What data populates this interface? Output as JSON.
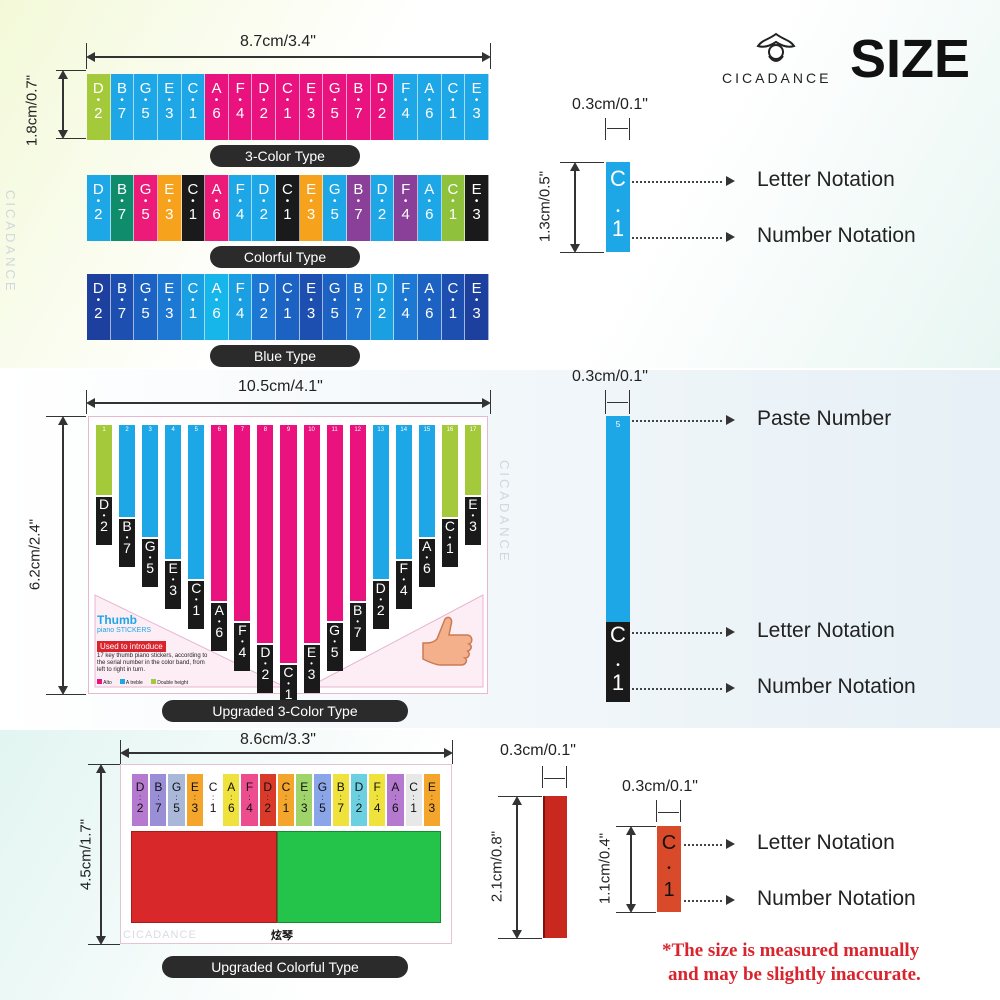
{
  "brand": {
    "logo_text": "CICADANCE",
    "title": "SIZE",
    "watermark": "CICADANCE"
  },
  "section1": {
    "width_label": "8.7cm/3.4\"",
    "height_label": "1.8cm/0.7\"",
    "types": [
      {
        "label": "3-Color Type",
        "colors": [
          "#a4c93a",
          "#1ea7e6",
          "#1ea7e6",
          "#1ea7e6",
          "#1ea7e6",
          "#e9127f",
          "#e9127f",
          "#e9127f",
          "#e9127f",
          "#e9127f",
          "#e9127f",
          "#e9127f",
          "#e9127f",
          "#1ea7e6",
          "#1ea7e6",
          "#1ea7e6",
          "#1ea7e6",
          "#a4c93a"
        ]
      },
      {
        "label": "Colorful Type",
        "colors": [
          "#1ea7e6",
          "#0e8c6b",
          "#ec1b7a",
          "#f6a21c",
          "#1a1a1a",
          "#ec1b7a",
          "#1ea7e6",
          "#1ea7e6",
          "#1a1a1a",
          "#f6a21c",
          "#1ea7e6",
          "#8a3f98",
          "#1ea7e6",
          "#8a3f98",
          "#1ea7e6",
          "#8fc13d",
          "#1a1a1a",
          "#f6a21c"
        ]
      },
      {
        "label": "Blue Type",
        "colors": [
          "#1d3f9e",
          "#1d4fb0",
          "#1c62c2",
          "#1c78d2",
          "#1aa0e2",
          "#16b6ea",
          "#1aa0e2",
          "#1c78d2",
          "#1c62c2",
          "#1d4fb0",
          "#1c62c2",
          "#1c78d2",
          "#1aa0e2",
          "#1c78d2",
          "#1c62c2",
          "#1d4fb0",
          "#1d3f9e",
          "#1d3f9e"
        ]
      }
    ],
    "letters": [
      "D",
      "B",
      "G",
      "E",
      "C",
      "A",
      "F",
      "D",
      "C",
      "E",
      "G",
      "B",
      "D",
      "F",
      "A",
      "C",
      "E"
    ],
    "numbers": [
      "2",
      "7",
      "5",
      "3",
      "1",
      "6",
      "4",
      "2",
      "1",
      "3",
      "5",
      "7",
      "2",
      "4",
      "6",
      "1",
      "3"
    ],
    "detail": {
      "width_label": "0.3cm/0.1\"",
      "height_label": "1.3cm/0.5\"",
      "letter": "C",
      "number": "1",
      "color": "#1ea7e6",
      "letter_label": "Letter Notation",
      "number_label": "Number Notation"
    }
  },
  "section2": {
    "width_label": "10.5cm/4.1\"",
    "height_label": "6.2cm/2.4\"",
    "type_label": "Upgraded 3-Color Type",
    "keys": [
      {
        "n": "1",
        "l": "D",
        "d": "2",
        "c": "#a4c93a"
      },
      {
        "n": "2",
        "l": "B",
        "d": "7",
        "c": "#1ea7e6"
      },
      {
        "n": "3",
        "l": "G",
        "d": "5",
        "c": "#1ea7e6"
      },
      {
        "n": "4",
        "l": "E",
        "d": "3",
        "c": "#1ea7e6"
      },
      {
        "n": "5",
        "l": "C",
        "d": "1",
        "c": "#1ea7e6"
      },
      {
        "n": "6",
        "l": "A",
        "d": "6",
        "c": "#e9127f"
      },
      {
        "n": "7",
        "l": "F",
        "d": "4",
        "c": "#e9127f"
      },
      {
        "n": "8",
        "l": "D",
        "d": "2",
        "c": "#e9127f"
      },
      {
        "n": "9",
        "l": "C",
        "d": "1",
        "c": "#e9127f"
      },
      {
        "n": "10",
        "l": "E",
        "d": "3",
        "c": "#e9127f"
      },
      {
        "n": "11",
        "l": "G",
        "d": "5",
        "c": "#e9127f"
      },
      {
        "n": "12",
        "l": "B",
        "d": "7",
        "c": "#e9127f"
      },
      {
        "n": "13",
        "l": "D",
        "d": "2",
        "c": "#1ea7e6"
      },
      {
        "n": "14",
        "l": "F",
        "d": "4",
        "c": "#1ea7e6"
      },
      {
        "n": "15",
        "l": "A",
        "d": "6",
        "c": "#1ea7e6"
      },
      {
        "n": "16",
        "l": "C",
        "d": "1",
        "c": "#a4c93a"
      },
      {
        "n": "17",
        "l": "E",
        "d": "3",
        "c": "#a4c93a"
      }
    ],
    "info": {
      "title": "Thumb",
      "subtitle": "piano STICKERS",
      "intro_badge": "Used to introduce",
      "desc": "17 key thumb piano stickers, according to the serial number in the color band, from left to right in turn.",
      "legend": [
        "Alto",
        "A treble",
        "Double height"
      ]
    },
    "detail": {
      "width_label": "0.3cm/0.1\"",
      "paste_number": "5",
      "letter": "C",
      "number": "1",
      "paste_label": "Paste Number",
      "letter_label": "Letter Notation",
      "number_label": "Number Notation"
    }
  },
  "section3": {
    "width_label": "8.6cm/3.3\"",
    "height_label": "4.5cm/1.7\"",
    "type_label": "Upgraded Colorful Type",
    "bottom_text": "炫琴",
    "watermark": "CICADANCE",
    "colors": [
      "#b57ad0",
      "#9a8fd6",
      "#a9b8d8",
      "#f3a52c",
      "#ffffff",
      "#f0e23c",
      "#ed4d8e",
      "#d93a2a",
      "#f3a52c",
      "#9fd46a",
      "#8aa6e8",
      "#f0e23c",
      "#6bd0e0",
      "#f0e23c",
      "#b57ad0",
      "#e8e8e8",
      "#f3a52c"
    ],
    "detail_strip": {
      "width_label": "0.3cm/0.1\"",
      "height_label": "2.1cm/0.8\""
    },
    "detail_key": {
      "width_label": "0.3cm/0.1\"",
      "height_label": "1.1cm/0.4\"",
      "letter": "C",
      "number": "1",
      "letter_label": "Letter Notation",
      "number_label": "Number Notation"
    },
    "disclaimer_1": "*The size is measured manually",
    "disclaimer_2": "and may be slightly inaccurate."
  }
}
